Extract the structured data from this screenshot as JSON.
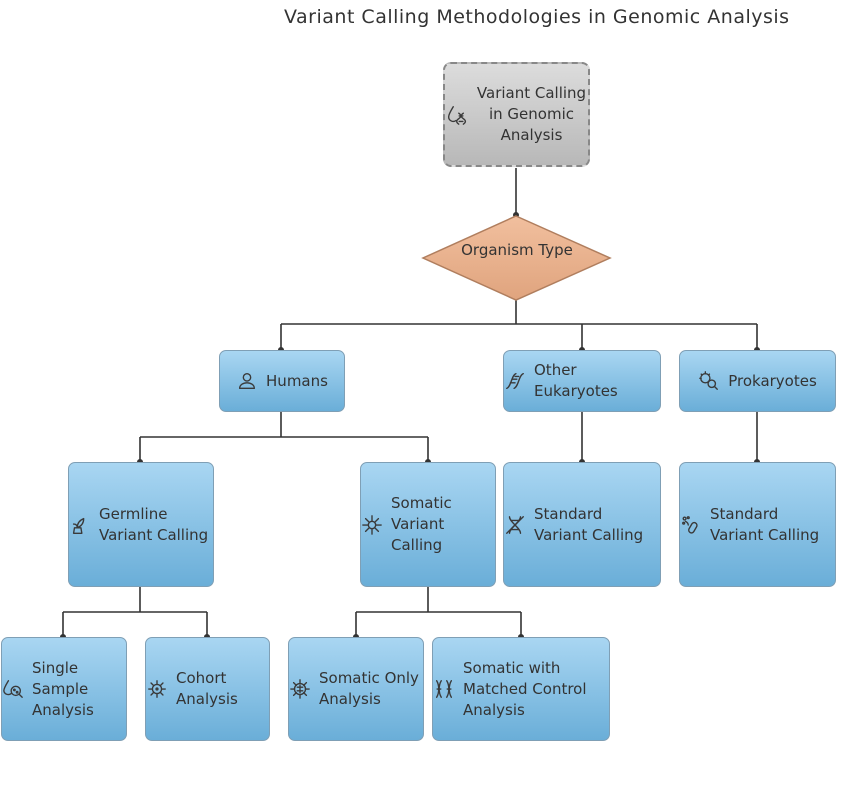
{
  "title": "Variant Calling Methodologies in Genomic Analysis",
  "root": {
    "label": "Variant Calling in Genomic Analysis",
    "icon": "dna-drop-icon"
  },
  "decision": {
    "label": "Organism Type"
  },
  "level1": {
    "humans": {
      "label": "Humans",
      "icon": "person-icon"
    },
    "eukaryotes": {
      "label": "Other Eukaryotes",
      "icon": "dna-icon"
    },
    "prokaryotes": {
      "label": "Prokaryotes",
      "icon": "bacteria-search-icon"
    }
  },
  "level2": {
    "germline": {
      "label": "Germline Variant Calling",
      "icon": "sprout-icon"
    },
    "somatic": {
      "label": "Somatic Variant Calling",
      "icon": "cell-icon"
    },
    "euk_standard": {
      "label": "Standard Variant Calling",
      "icon": "dna-crossed-icon"
    },
    "prok_standard": {
      "label": "Standard Variant Calling",
      "icon": "bacteria-icon"
    }
  },
  "level3": {
    "single": {
      "label": "Single Sample Analysis",
      "icon": "sample-search-icon"
    },
    "cohort": {
      "label": "Cohort Analysis",
      "icon": "virus-icon"
    },
    "somatic_only": {
      "label": "Somatic Only Analysis",
      "icon": "virus-cell-icon"
    },
    "matched": {
      "label": "Somatic with Matched Control Analysis",
      "icon": "chromosome-icon"
    }
  }
}
